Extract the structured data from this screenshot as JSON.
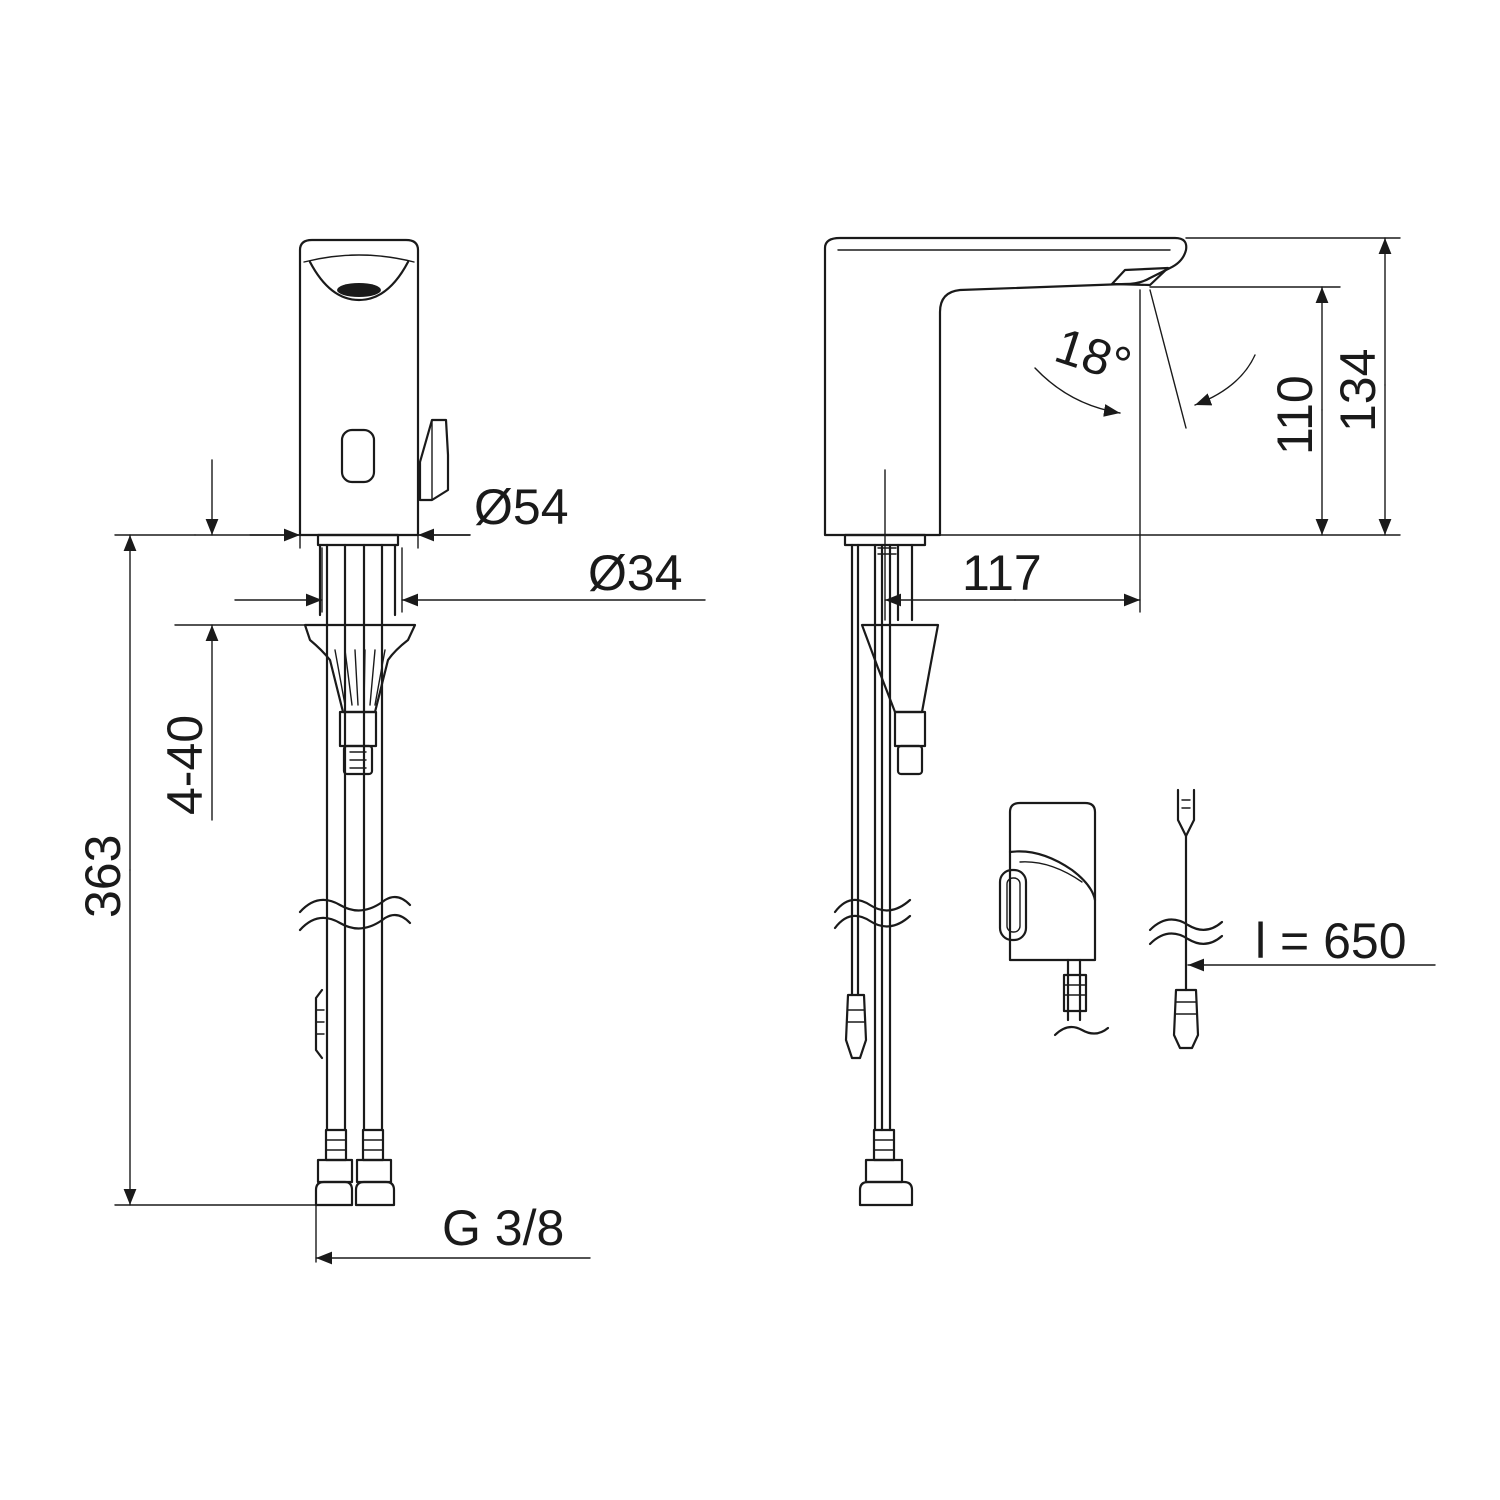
{
  "dimensions": {
    "outer_diameter": "Ø54",
    "inner_diameter": "Ø34",
    "total_height": "363",
    "deck_thickness": "4-40",
    "thread": "G 3/8",
    "spout_angle": "18°",
    "spout_height": "110",
    "overall_height": "134",
    "spout_reach": "117",
    "cable_length": "l = 650"
  },
  "colors": {
    "line": "#1a1a1a",
    "background": "#ffffff"
  }
}
